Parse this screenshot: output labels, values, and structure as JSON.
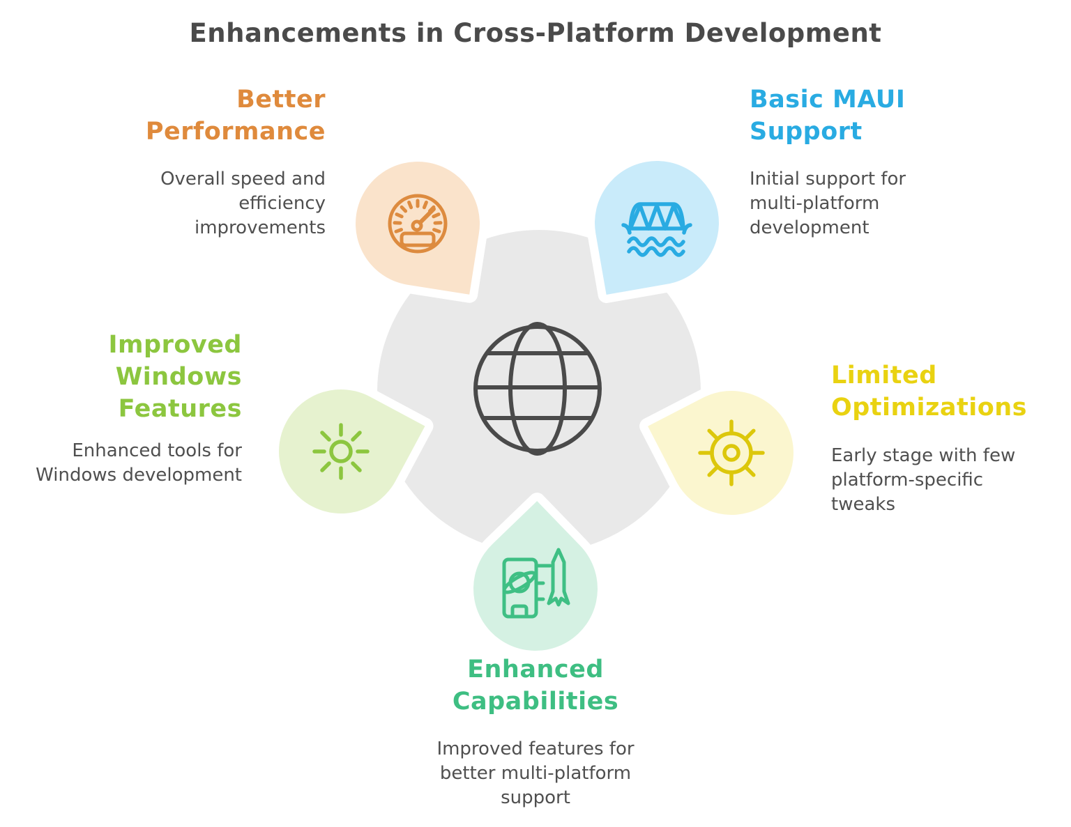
{
  "title": "Enhancements in Cross-Platform Development",
  "colors": {
    "title_text": "#4A4A4A",
    "body_text": "#4F4F4F",
    "center_circle": "#E9E9E9",
    "globe_stroke": "#4A4A4A",
    "petal_outline": "#FFFFFF"
  },
  "center": {
    "icon": "globe-icon"
  },
  "sections": [
    {
      "id": "better-performance",
      "title_lines": [
        "Better",
        "Performance"
      ],
      "title_color": "#DF8A3C",
      "description_lines": [
        "Overall speed and",
        "efficiency",
        "improvements"
      ],
      "icon": "speedometer-icon",
      "icon_color": "#DD8B3F",
      "petal_color": "#FAE3CB"
    },
    {
      "id": "basic-maui-support",
      "title_lines": [
        "Basic MAUI",
        "Support"
      ],
      "title_color": "#29ABE2",
      "description_lines": [
        "Initial support for",
        "multi-platform",
        "development"
      ],
      "icon": "bridge-icon",
      "icon_color": "#29ABE2",
      "petal_color": "#C9EBFA"
    },
    {
      "id": "improved-windows-features",
      "title_lines": [
        "Improved",
        "Windows",
        "Features"
      ],
      "title_color": "#8CC63F",
      "description_lines": [
        "Enhanced tools for",
        "Windows development"
      ],
      "icon": "brightness-sun-icon",
      "icon_color": "#8CC63F",
      "petal_color": "#E6F2CF"
    },
    {
      "id": "limited-optimizations",
      "title_lines": [
        "Limited",
        "Optimizations"
      ],
      "title_color": "#E9D211",
      "description_lines": [
        "Early stage with few",
        "platform-specific",
        "tweaks"
      ],
      "icon": "sun-gear-icon",
      "icon_color": "#DCC70B",
      "petal_color": "#FBF6CF"
    },
    {
      "id": "enhanced-capabilities",
      "title_lines": [
        "Enhanced",
        "Capabilities"
      ],
      "title_color": "#3EBE82",
      "description_lines": [
        "Improved features for",
        "better multi-platform",
        "support"
      ],
      "icon": "rocket-poster-icon",
      "icon_color": "#3FBF84",
      "petal_color": "#D5F1E3"
    }
  ]
}
